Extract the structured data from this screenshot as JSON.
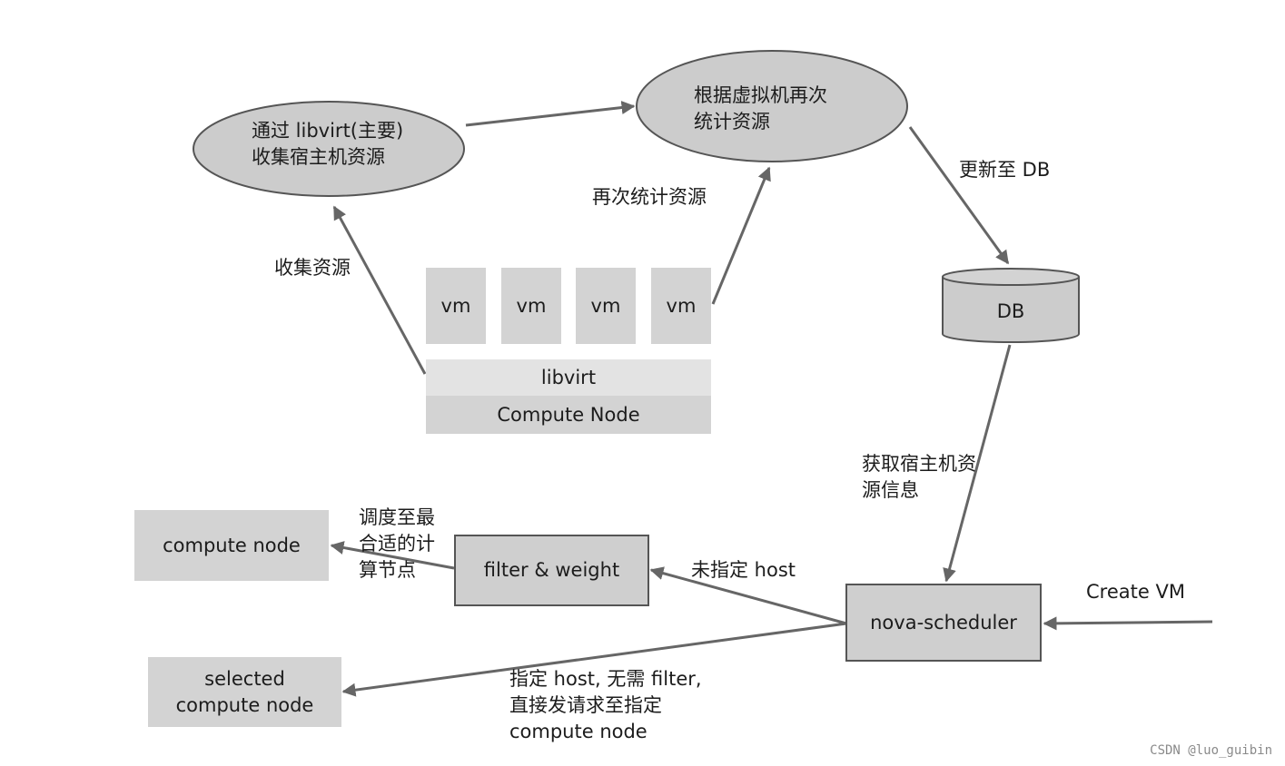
{
  "nodes": {
    "collect_host": "通过 libvirt(主要)\n收集宿主机资源",
    "recount": "根据虚拟机再次\n统计资源",
    "vm_1": "vm",
    "vm_2": "vm",
    "vm_3": "vm",
    "vm_4": "vm",
    "libvirt": "libvirt",
    "compute_node_main": "Compute Node",
    "db": "DB",
    "nova_scheduler": "nova-scheduler",
    "filter_weight": "filter & weight",
    "compute_node_target": "compute node",
    "selected_compute_node": "selected\ncompute node"
  },
  "edges": {
    "collect_resources": "收集资源",
    "recount_resources": "再次统计资源",
    "update_db": "更新至 DB",
    "get_host_info": "获取宿主机资\n源信息",
    "create_vm": "Create VM",
    "host_unspecified": "未指定 host",
    "schedule_best": "调度至最\n合适的计\n算节点",
    "host_specified": "指定 host, 无需 filter,\n直接发请求至指定\ncompute node"
  },
  "colors": {
    "node_fill": "#d3d3d3",
    "ellipse_fill": "#cccccc",
    "stroke": "#555555",
    "libvirt_fill": "#e3e3e3",
    "arrow": "#666666"
  },
  "watermark": "CSDN @luo_guibin"
}
